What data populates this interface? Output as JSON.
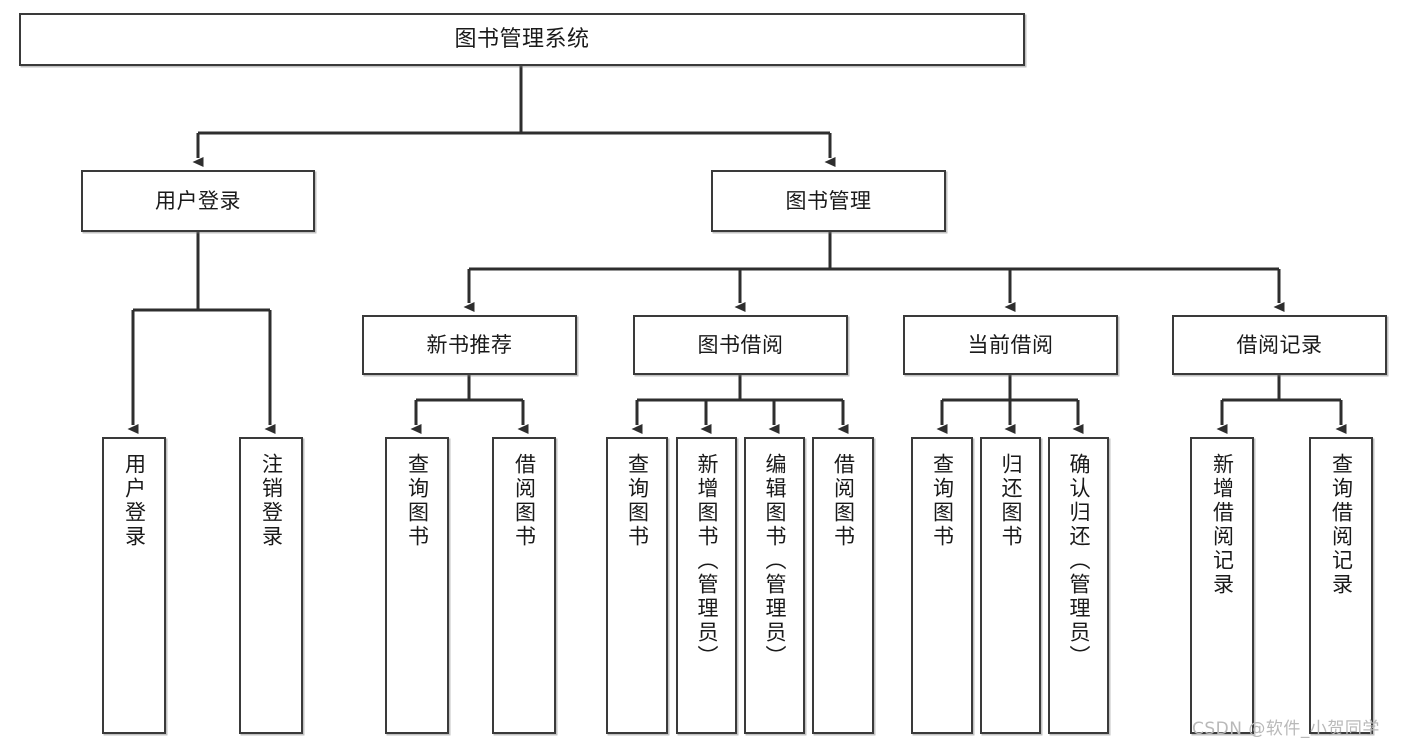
{
  "diagram": {
    "title": "图书管理系统",
    "type": "tree-hierarchy-chart",
    "watermark": "CSDN @软件_小贺同学",
    "root": {
      "label": "图书管理系统"
    },
    "level2": [
      {
        "label": "用户登录"
      },
      {
        "label": "图书管理"
      }
    ],
    "level3": [
      {
        "label": "新书推荐"
      },
      {
        "label": "图书借阅"
      },
      {
        "label": "当前借阅"
      },
      {
        "label": "借阅记录"
      }
    ],
    "leaves": [
      {
        "label": "用户登录"
      },
      {
        "label": "注销登录"
      },
      {
        "label": "查询图书"
      },
      {
        "label": "借阅图书"
      },
      {
        "label": "查询图书"
      },
      {
        "label": "新增图书（管理员）"
      },
      {
        "label": "编辑图书（管理员）"
      },
      {
        "label": "借阅图书"
      },
      {
        "label": "查询图书"
      },
      {
        "label": "归还图书"
      },
      {
        "label": "确认归还（管理员）"
      },
      {
        "label": "新增借阅记录"
      },
      {
        "label": "查询借阅记录"
      }
    ]
  },
  "colors": {
    "border": "#3a3a3a",
    "background": "#ffffff",
    "text": "#1a1a1a",
    "watermark": "#b9b9b9"
  }
}
